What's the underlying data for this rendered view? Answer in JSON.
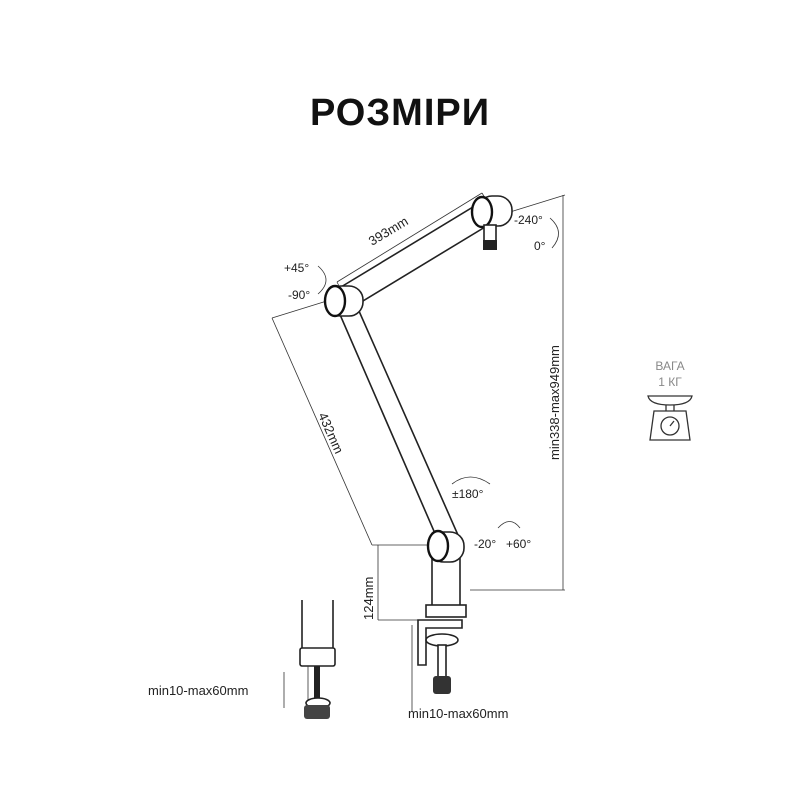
{
  "title": "РОЗМІРИ",
  "dimensions": {
    "upper_arm": "393mm",
    "lower_arm": "432mm",
    "height_range": "min338-max949mm",
    "base": "124mm",
    "clamp_left": "min10-max60mm",
    "clamp_right": "min10-max60mm"
  },
  "angles": {
    "elbow_up": "+45°",
    "elbow_down": "-90°",
    "head_a": "-240°",
    "head_b": "0°",
    "rotation": "±180°",
    "base_a": "-20°",
    "base_b": "+60°"
  },
  "weight": {
    "label": "ВАГА",
    "value": "1 КГ",
    "icon": "scale-icon"
  }
}
